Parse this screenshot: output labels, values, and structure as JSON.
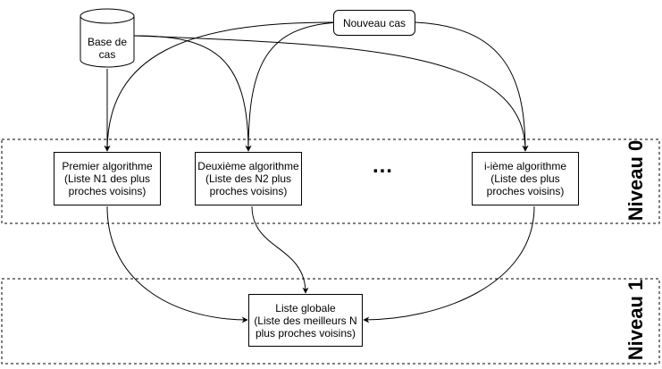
{
  "nodes": {
    "base_de_cas": "Base de\ncas",
    "nouveau_cas": "Nouveau cas",
    "premier_algorithme": "Premier algorithme\n(Liste N1 des plus\nproches voisins)",
    "deuxieme_algorithme": "Deuxième algorithme\n(Liste des N2 plus\nproches voisins)",
    "ellipsis": "…",
    "i_eme_algorithme": "i-ième algorithme\n(Liste des plus\nproches voisins)",
    "liste_globale": "Liste globale\n(Liste des meilleurs N\nplus proches voisins)"
  },
  "levels": {
    "niveau_0": "Niveau 0",
    "niveau_1": "Niveau 1"
  }
}
